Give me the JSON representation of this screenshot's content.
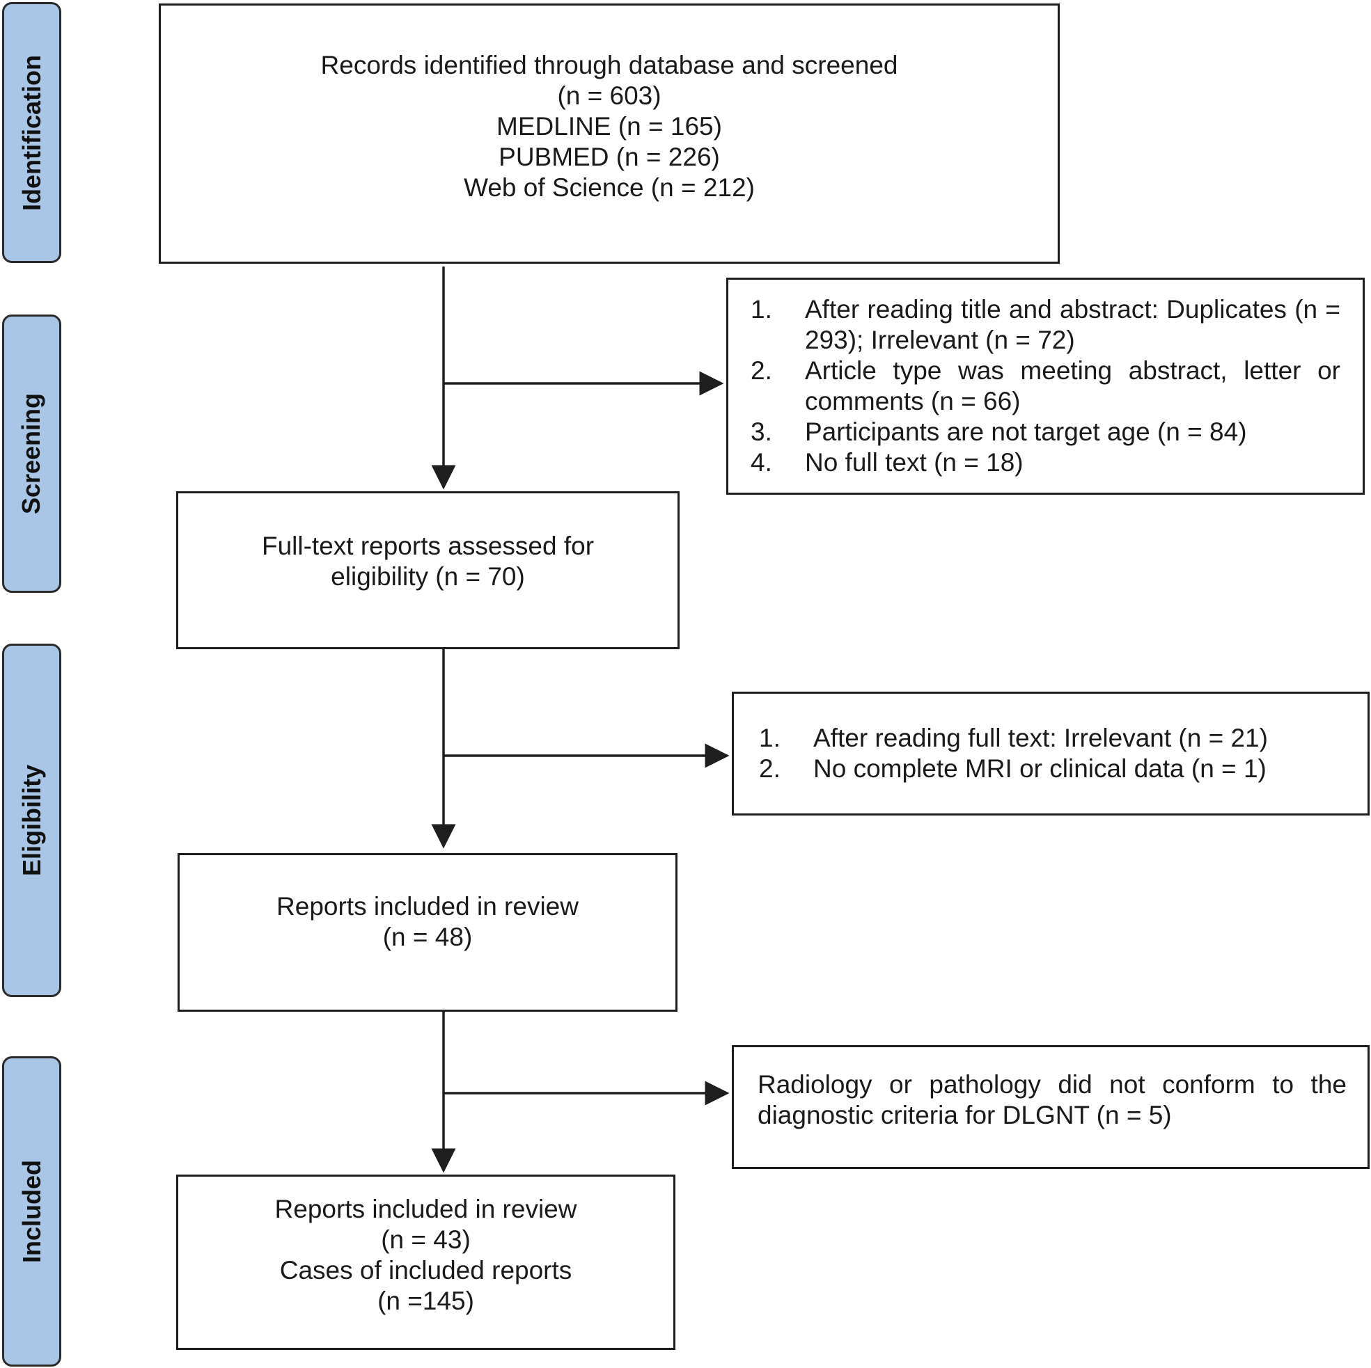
{
  "stages": [
    {
      "id": "identification",
      "label": "Identification"
    },
    {
      "id": "screening",
      "label": "Screening"
    },
    {
      "id": "eligibility",
      "label": "Eligibility"
    },
    {
      "id": "included",
      "label": "Included"
    }
  ],
  "records_box": {
    "lines": [
      "Records identified through database and screened",
      "(n = 603)",
      "MEDLINE (n = 165)",
      "PUBMED (n = 226)",
      "Web of Science (n = 212)"
    ]
  },
  "screening_exclusions": {
    "items": [
      {
        "num": "1.",
        "text": "After reading title and abstract: Duplicates (n = 293); Irrelevant (n = 72)"
      },
      {
        "num": "2.",
        "text": "Article type was meeting abstract, letter or comments (n = 66)"
      },
      {
        "num": "3.",
        "text": "Participants are not target age (n = 84)"
      },
      {
        "num": "4.",
        "text": "No full text (n = 18)"
      }
    ]
  },
  "fulltext_box": {
    "lines": [
      "Full-text reports assessed for",
      "eligibility (n = 70)"
    ]
  },
  "eligibility_exclusions": {
    "items": [
      {
        "num": "1.",
        "text": "After reading full text: Irrelevant (n = 21)"
      },
      {
        "num": "2.",
        "text": "No complete MRI or clinical data (n = 1)"
      }
    ]
  },
  "reports_box_1": {
    "lines": [
      "Reports included in review",
      "(n = 48)"
    ]
  },
  "included_exclusion": {
    "text": "Radiology or pathology did not conform to the diagnostic criteria for DLGNT (n = 5)"
  },
  "reports_box_2": {
    "lines": [
      "Reports included in review",
      "(n = 43)",
      "Cases of included reports",
      "(n =145)"
    ]
  },
  "colors": {
    "stage_fill": "#a9c6e6",
    "stroke": "#1e1e1e",
    "text": "#1a1a1a"
  }
}
